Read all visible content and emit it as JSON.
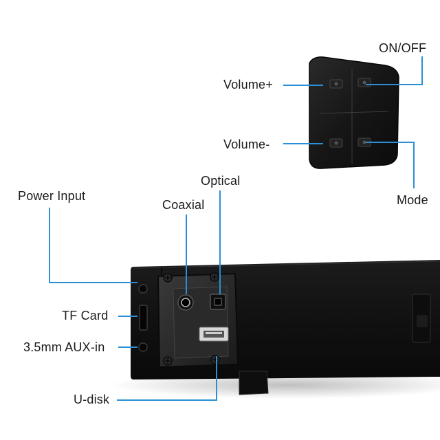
{
  "labels": {
    "volume_plus": "Volume+",
    "on_off": "ON/OFF",
    "volume_minus": "Volume-",
    "mode": "Mode",
    "optical": "Optical",
    "coaxial": "Coaxial",
    "power_input": "Power Input",
    "tf_card": "TF Card",
    "aux_in": "3.5mm AUX-in",
    "u_disk": "U-disk"
  },
  "colors": {
    "callout_line": "#2a8fd6",
    "device_body": "#141414",
    "panel": "#1e1e1e",
    "text": "#1a1a1a"
  }
}
